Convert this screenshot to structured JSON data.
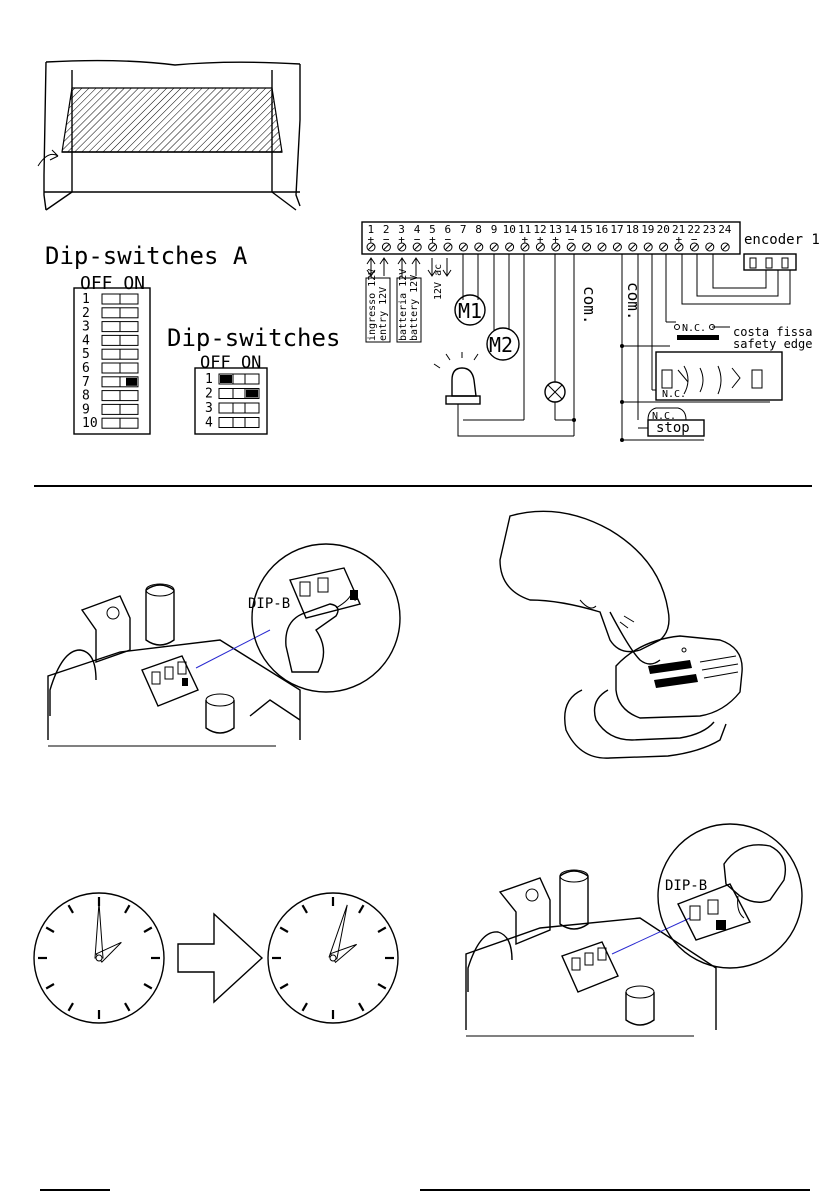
{
  "dip_a": {
    "title": "Dip-switches A",
    "off_on": "OFF  ON",
    "rows": [
      "1",
      "2",
      "3",
      "4",
      "5",
      "6",
      "7",
      "8",
      "9",
      "10"
    ],
    "on_index": 6
  },
  "dip_b": {
    "title": "Dip-switches",
    "off_on": "OFF  ON",
    "rows": [
      "1",
      "2",
      "3",
      "4"
    ],
    "states": [
      "off",
      "on",
      "none",
      "none"
    ]
  },
  "terminals": [
    "1",
    "2",
    "3",
    "4",
    "5",
    "6",
    "7",
    "8",
    "9",
    "10",
    "11",
    "12",
    "13",
    "14",
    "15",
    "16",
    "17",
    "18",
    "19",
    "20",
    "21",
    "22",
    "23",
    "24"
  ],
  "terminal_signs": [
    "+",
    "−",
    "+",
    "−",
    "+",
    "−",
    "",
    "",
    "",
    "",
    "+",
    "+",
    "+",
    "−",
    "",
    "",
    "",
    "",
    "",
    "",
    "+",
    "−",
    "",
    ""
  ],
  "labels": {
    "ingresso": "ingresso 12V",
    "entry": "entry 12V",
    "batteria": "batteria 12V",
    "battery": "battery 12V",
    "vac": "12V ac",
    "m1": "M1",
    "m2": "M2",
    "com1": "com.",
    "com2": "com.",
    "encoder": "encoder 1",
    "nc1": "N.C.",
    "costa": "costa fissa",
    "safety": "safety edge",
    "nc2": "N.C.",
    "nc3": "N.C.",
    "stop": "stop",
    "dipb_1": "DIP-B",
    "dipb_2": "DIP-B",
    "dipb_num": "4"
  }
}
